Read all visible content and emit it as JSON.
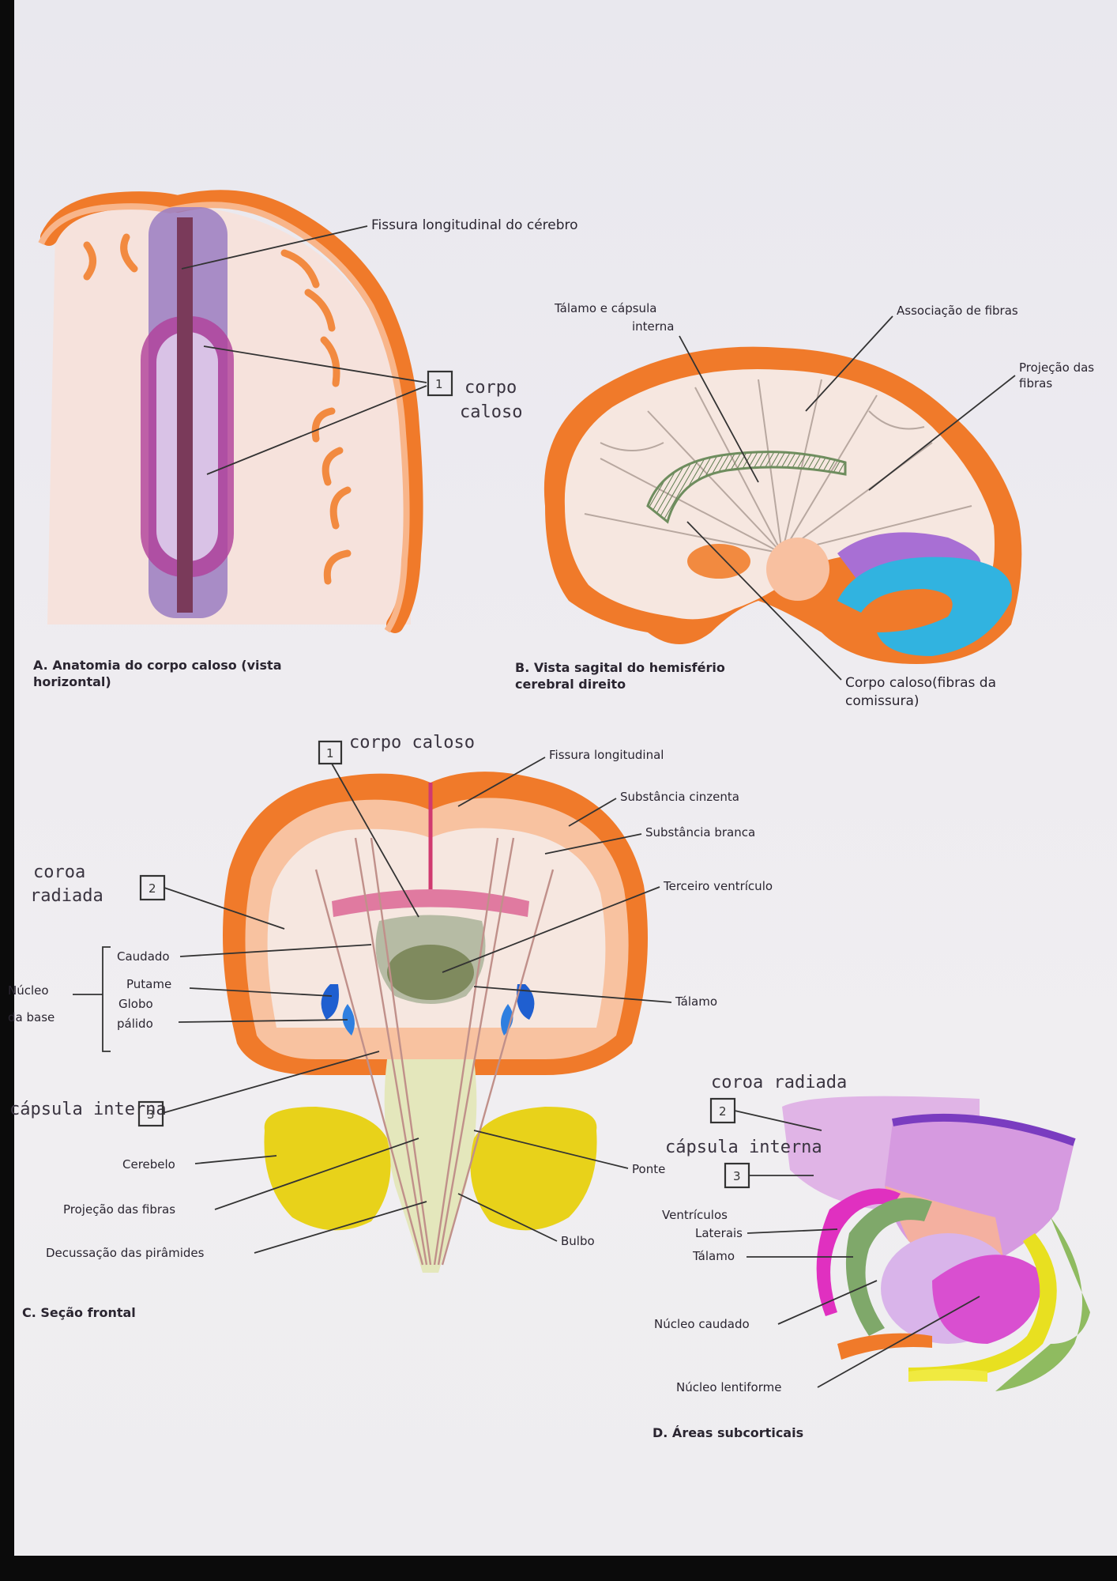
{
  "panelA": {
    "fissure_label": "Fissura longitudinal do cérebro",
    "box_number": "1",
    "cc_label_1": "corpo",
    "cc_label_2": "caloso",
    "caption_1": "A. Anatomia do corpo caloso (vista",
    "caption_2": "horizontal)"
  },
  "panelB": {
    "thalamus_1": "Tálamo e cápsula",
    "thalamus_2": "interna",
    "association": "Associação de fibras",
    "projection_1": "Projeção das",
    "projection_2": "fibras",
    "commissure_1": "Corpo caloso(fibras da",
    "commissure_2": "comissura)",
    "caption_1": "B. Vista sagital do hemisfério",
    "caption_2": "cerebral direito"
  },
  "panelC": {
    "box1": "1",
    "cc_label": "corpo caloso",
    "fissure": "Fissura longitudinal",
    "grey": "Substância cinzenta",
    "white": "Substância branca",
    "third_ventricle": "Terceiro ventrículo",
    "corona_1": "coroa",
    "corona_2": "radiada",
    "box2": "2",
    "caudate": "Caudado",
    "putamen": "Putame",
    "globus_1": "Globo",
    "globus_2": "pálido",
    "nuclei_1": "Núcleo",
    "nuclei_2": "da base",
    "thalamus": "Tálamo",
    "capsule": "cápsula interna",
    "box3": "3",
    "cerebellum": "Cerebelo",
    "pons": "Ponte",
    "projection": "Projeção das fibras",
    "decussation": "Decussação das pirâmides",
    "medulla": "Bulbo",
    "caption": "C. Seção frontal"
  },
  "panelD": {
    "corona": "coroa radiada",
    "box2": "2",
    "capsule": "cápsula interna",
    "box3": "3",
    "ventricles_1": "Ventrículos",
    "ventricles_2": "Laterais",
    "thalamus": "Tálamo",
    "caudate": "Núcleo caudado",
    "lentiform": "Núcleo lentiforme",
    "caption": "D. Áreas subcorticais"
  },
  "colors": {
    "paper": "#eceaef",
    "cortex_orange": "#f07a2a",
    "cortex_light": "#f8b58a",
    "white_matter": "#f6e7e0",
    "purple": "#9b6cc4",
    "magenta": "#b03a8e",
    "blue": "#1f5fd0",
    "cyan": "#31b3e0",
    "yellow": "#e8d21a",
    "green": "#7fa86a",
    "violet": "#7a3cc0",
    "pink": "#d84fd0"
  }
}
